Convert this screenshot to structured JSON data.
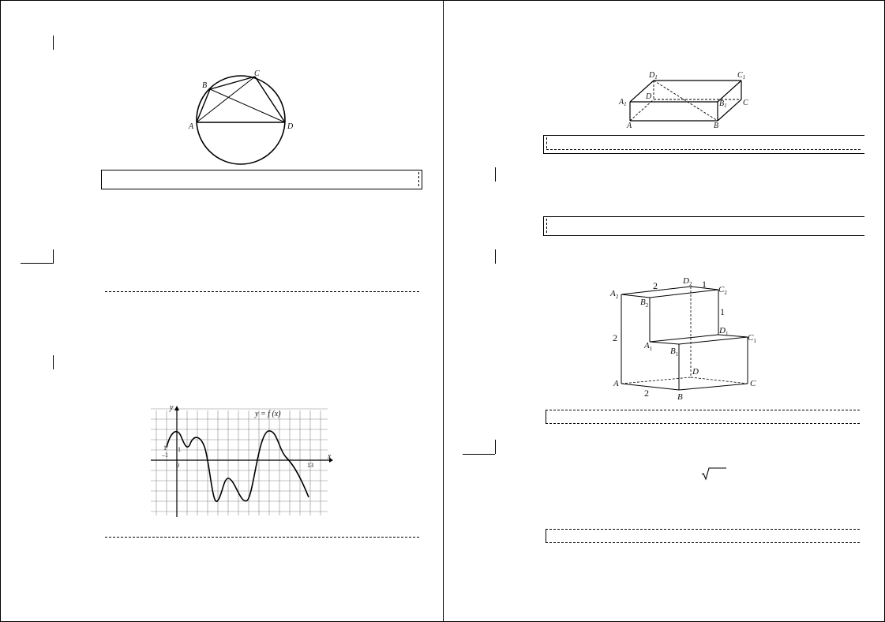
{
  "circle_figure": {
    "labels": {
      "a": "A",
      "b": "B",
      "c": "C",
      "d": "D"
    }
  },
  "graph_figure": {
    "function_label": "y = f (x)",
    "y_axis_label": "y",
    "x_axis_label": "x",
    "origin_label": "0",
    "unit_x_label": "1",
    "unit_y_label": "1",
    "neg_one_label": "–1",
    "x_max_label": "13"
  },
  "box_figure": {
    "labels": {
      "a": "A",
      "b": "B",
      "c": "C",
      "d": "D",
      "a1": "A",
      "b1": "B",
      "c1": "C",
      "d1": "D",
      "sub1": "1"
    }
  },
  "step_figure": {
    "labels": {
      "a": "A",
      "b": "B",
      "c": "C",
      "d": "D",
      "a1": "A",
      "b1": "B",
      "c1": "C",
      "d1": "D",
      "a2": "A",
      "b2": "B",
      "c2": "C",
      "d2": "D",
      "sub1": "1",
      "sub2": "2"
    },
    "dimensions": {
      "top_a2_d2": "2",
      "top_d2_c2": "1",
      "c2_d1": "1",
      "left_height": "2",
      "bottom_ab": "2"
    }
  }
}
